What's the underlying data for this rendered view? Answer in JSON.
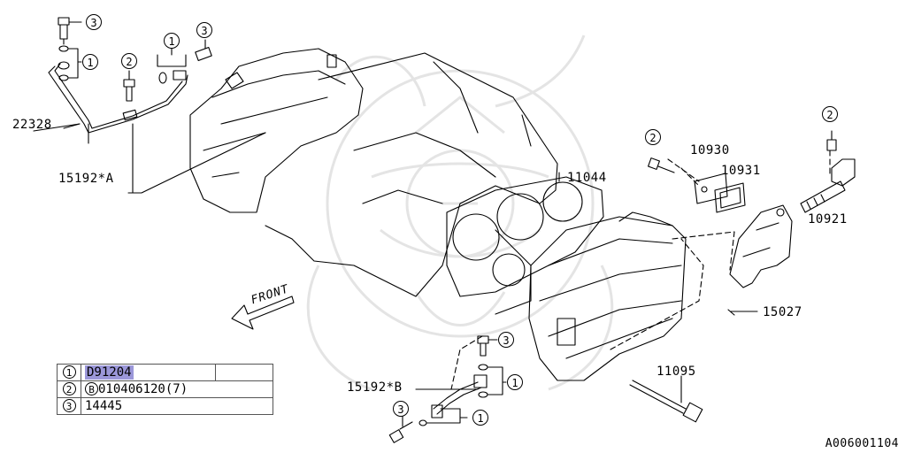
{
  "callouts": {
    "c1_top_left_bolt": "3",
    "c1_top_left_gasket": "1",
    "c_bolt_mid": "2",
    "c_union_top": "1",
    "c_bolt_top": "3",
    "c_left_bolt_right": "2",
    "c_right_bolt": "2",
    "c_bottom_bolt_a": "3",
    "c_bottom_gasket_a": "1",
    "c_bottom_bolt_b": "3",
    "c_bottom_gasket_b": "1"
  },
  "labels": {
    "p22328": "22328",
    "p15192a": "15192*A",
    "p11044": "11044",
    "p10930": "10930",
    "p10931": "10931",
    "p10921": "10921",
    "p15027": "15027",
    "p15192b": "15192*B",
    "p11095": "11095",
    "front": "FRONT"
  },
  "legend": [
    {
      "num": "1",
      "code": "D91204",
      "highlight": true,
      "prefix": "",
      "rest": ""
    },
    {
      "num": "2",
      "code": "010406120(7)",
      "highlight": false,
      "prefix": "B",
      "rest": ""
    },
    {
      "num": "3",
      "code": "14445",
      "highlight": false,
      "prefix": "",
      "rest": ""
    }
  ],
  "reference_code": "A006001104",
  "colors": {
    "line": "#000000",
    "highlight": "#9b97d9",
    "watermark": "#e6e6e6"
  }
}
